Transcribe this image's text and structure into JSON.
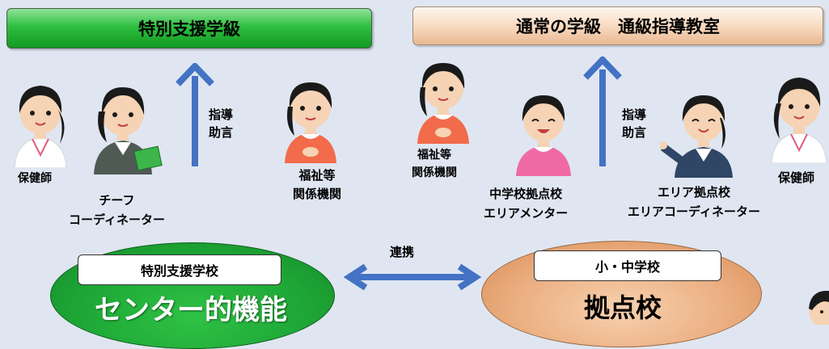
{
  "header_left": "特別支援学級",
  "header_right": "通常の学級　通級指導教室",
  "left_group": {
    "nurse_label": "保健師",
    "chief_label_line1": "チーフ",
    "chief_label_line2": "コーディネーター",
    "guidance_line1": "指導",
    "guidance_line2": "助言",
    "welfare_line1": "福祉等",
    "welfare_line2": "関係機関"
  },
  "right_group": {
    "welfare_line1": "福祉等",
    "welfare_line2": "関係機関",
    "mentor_line1": "中学校拠点校",
    "mentor_line2": "エリアメンター",
    "guidance_line1": "指導",
    "guidance_line2": "助言",
    "coordinator_line1": "エリア拠点校",
    "coordinator_line2": "エリアコーディネーター",
    "nurse_label": "保健師"
  },
  "link_label": "連携",
  "left_ellipse": {
    "box_label": "特別支援学校",
    "main_text": "センター的機能"
  },
  "right_ellipse": {
    "box_label": "小・中学校",
    "main_text": "拠点校"
  }
}
